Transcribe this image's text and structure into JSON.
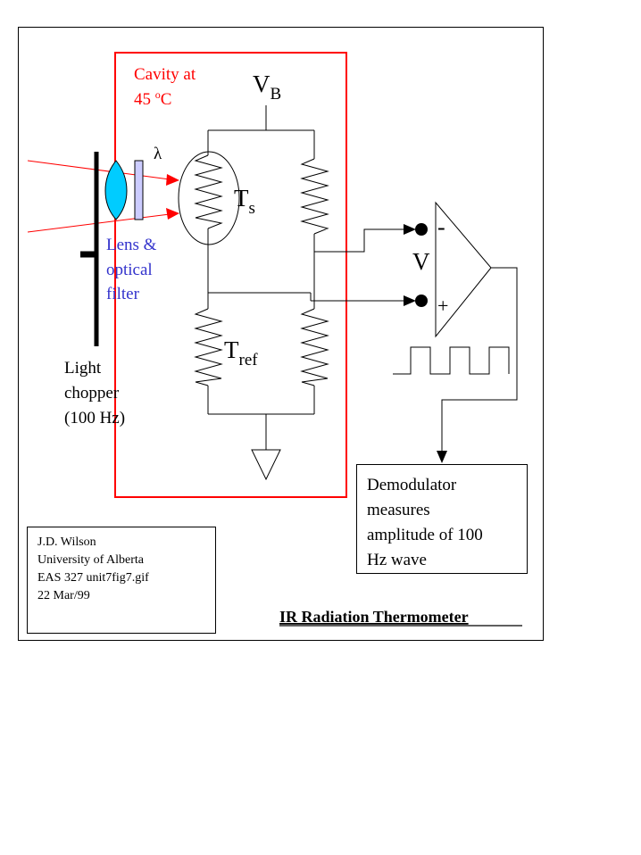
{
  "colors": {
    "cavity": "#ff0000",
    "ray": "#ff0000",
    "lens_fill": "#00ccff",
    "filter_fill": "#ccccff",
    "blue_text": "#3333cc",
    "ink": "#000000"
  },
  "cavity": {
    "label_line1": "Cavity at",
    "label_line2_pre": "45 ",
    "label_line2_sup": "o",
    "label_line2_post": "C"
  },
  "vb": {
    "main": "V",
    "sub": "B"
  },
  "lambda": "λ",
  "ts": {
    "main": "T",
    "sub": "s"
  },
  "tref": {
    "main": "T",
    "sub": "ref"
  },
  "lens_label": [
    "Lens &",
    "optical",
    "filter"
  ],
  "chopper_label": [
    "Light",
    "chopper",
    "(100 Hz)"
  ],
  "amp": {
    "minus": "-",
    "plus": "+",
    "v": "V"
  },
  "demod_label": [
    "Demodulator",
    "measures",
    "amplitude of 100",
    "Hz wave"
  ],
  "credits": [
    "J.D. Wilson",
    "University of Alberta",
    "EAS 327 unit7fig7.gif",
    "22 Mar/99"
  ],
  "title": "IR Radiation Thermometer",
  "icons": {
    "ground": "ground-symbol-icon",
    "square_wave": "square-wave-icon",
    "resistor": "resistor-zigzag-icon"
  }
}
